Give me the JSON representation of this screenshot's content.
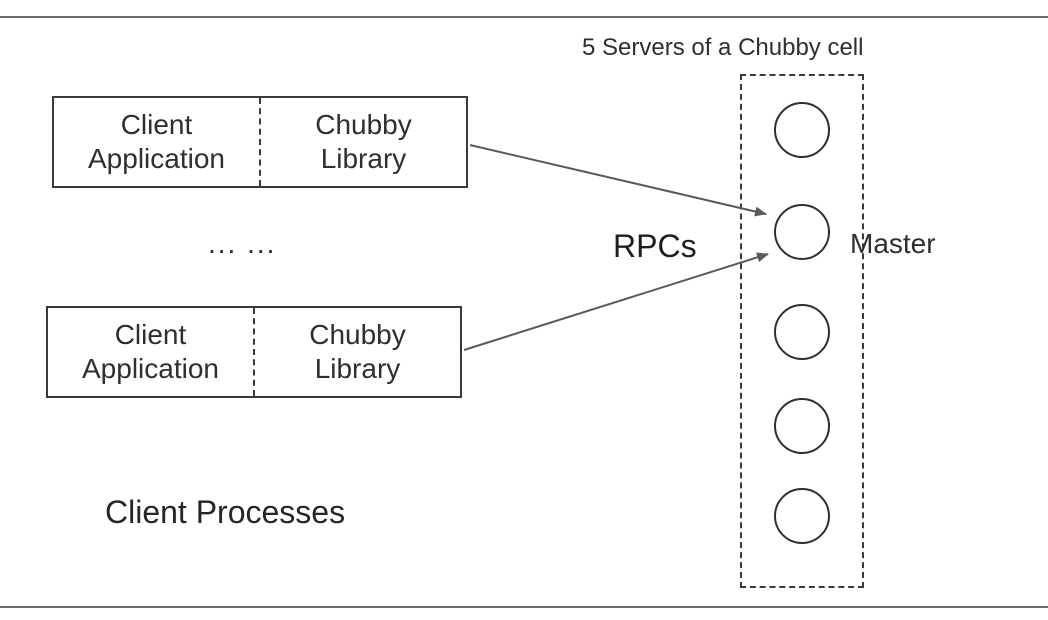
{
  "diagram": {
    "cell_title": "5 Servers of a Chubby cell",
    "rpcs_label": "RPCs",
    "master_label": "Master",
    "ellipsis": "... ...",
    "client_processes_label": "Client Processes",
    "clients": [
      {
        "app_line1": "Client",
        "app_line2": "Application",
        "lib_line1": "Chubby",
        "lib_line2": "Library"
      },
      {
        "app_line1": "Client",
        "app_line2": "Application",
        "lib_line1": "Chubby",
        "lib_line2": "Library"
      }
    ],
    "server_count": 5,
    "master_index": 1
  },
  "colors": {
    "stroke": "#3a3a3a",
    "arrow": "#5a5a5a",
    "rule": "#6a6a6a"
  }
}
